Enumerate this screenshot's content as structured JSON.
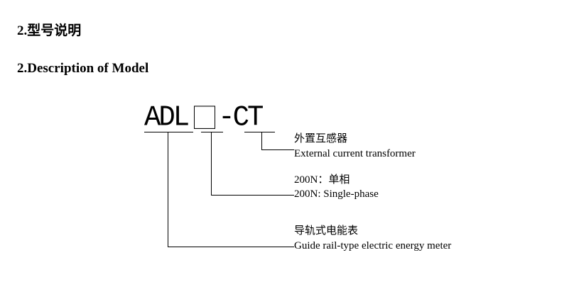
{
  "headings": {
    "chinese": "2.型号说明",
    "english": "2.Description of Model"
  },
  "model_code": {
    "prefix": "ADL",
    "suffix": "-CT"
  },
  "annotations": [
    {
      "cn": "外置互感器",
      "en": "External current transformer"
    },
    {
      "cn": "200N：单相",
      "en": "200N: Single-phase"
    },
    {
      "cn": "导轨式电能表",
      "en": "Guide rail-type electric energy meter"
    }
  ]
}
